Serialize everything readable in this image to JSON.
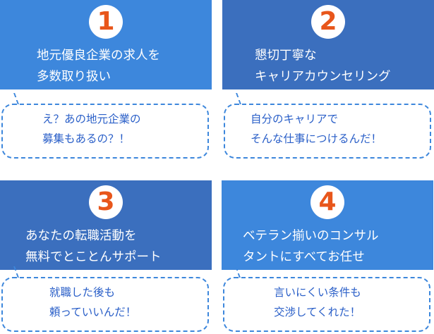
{
  "cards": [
    {
      "number": "1",
      "title": "地元優良企業の求人を\n多数取り扱い",
      "bubble": "え？あの地元企業の\n募集もあるの？！"
    },
    {
      "number": "2",
      "title": "懇切丁寧な\nキャリアカウンセリング",
      "bubble": "自分のキャリアで\nそんな仕事につけるんだ！"
    },
    {
      "number": "3",
      "title": "あなたの転職活動を\n無料でとことんサポート",
      "bubble": "就職した後も\n頼っていいんだ！"
    },
    {
      "number": "4",
      "title": "ベテラン揃いのコンサル\nタントにすべてお任せ",
      "bubble": "言いにくい条件も\n交渉してくれた！"
    }
  ],
  "colors": {
    "light_blue": "#3d87dc",
    "dark_blue": "#3b6fbe",
    "number": "#e8561b",
    "bubble_text": "#2a5fc8"
  }
}
